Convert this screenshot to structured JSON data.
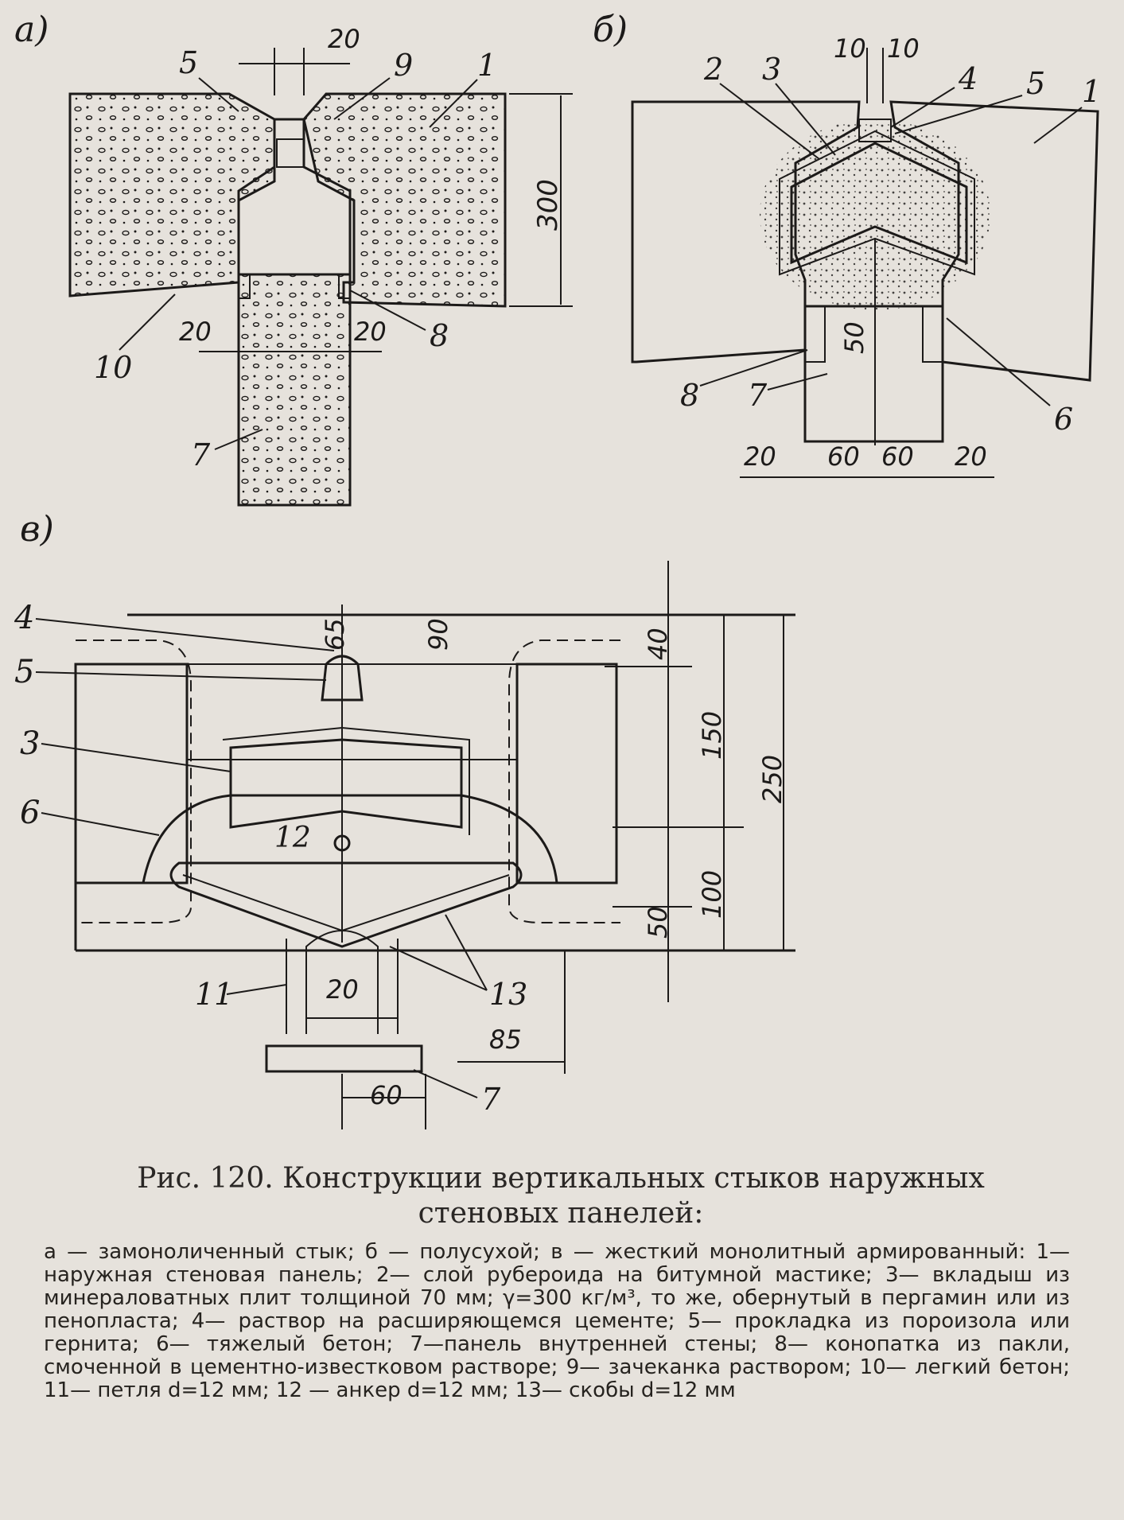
{
  "diagram": {
    "labels": {
      "a": "а)",
      "b": "б)",
      "v": "в)"
    },
    "part_a": {
      "callouts": [
        "5",
        "9",
        "1",
        "10",
        "8",
        "7"
      ],
      "dims": [
        "20",
        "300",
        "20",
        "20"
      ]
    },
    "part_b": {
      "callouts": [
        "2",
        "3",
        "4",
        "5",
        "1",
        "8",
        "7",
        "6"
      ],
      "dims": [
        "10",
        "10",
        "50",
        "20",
        "60",
        "60",
        "20"
      ]
    },
    "part_v": {
      "callouts": [
        "4",
        "5",
        "3",
        "6",
        "12",
        "11",
        "13",
        "7"
      ],
      "dims": [
        "65",
        "90",
        "40",
        "150",
        "250",
        "100",
        "50",
        "20",
        "85",
        "60"
      ]
    }
  },
  "caption": {
    "title": "Рис. 120. Конструкции вертикальных стыков наружных",
    "title_cont": "стеновых панелей:"
  },
  "legend": {
    "text1": "а — замоноличенный стык; б — полусухой; в — жесткий монолитный армированный: 1— наружная стеновая панель; 2— слой рубероида на битумной мастике; 3— вкладыш из минераловатных плит толщиной 70 мм; γ=300 кг/м³, то же, обернутый в пергамин или из пенопласта; 4— раствор на расширяющемся цементе; 5— прокладка из пороизола или гернита; 6— тяжелый бетон; 7—панель внутренней стены; 8— конопатка из пакли, смоченной в цементно-известковом растворе; 9— зачеканка раствором; 10— легкий бетон; 11— петля d=12 мм; 12 — анкер d=12 мм; 13— скобы d=12 мм"
  },
  "colors": {
    "paper": "#e6e2dc",
    "ink": "#1c1a19"
  }
}
